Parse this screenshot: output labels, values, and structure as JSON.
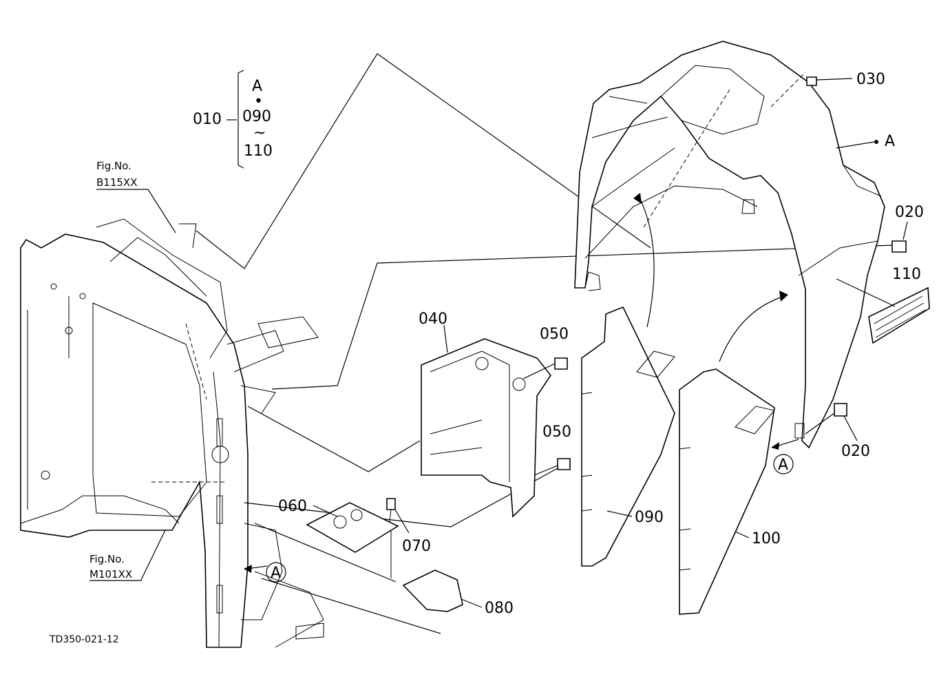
{
  "group_bracket": {
    "assembly_id": "010",
    "line1": "A",
    "dot": "•",
    "line2": "090",
    "tilde": "~",
    "line3": "110"
  },
  "callouts": {
    "p020_top": "020",
    "p020_bottom": "020",
    "p030": "030",
    "p040": "040",
    "p050_top": "050",
    "p050_bottom": "050",
    "p060": "060",
    "p070": "070",
    "p080": "080",
    "p090": "090",
    "p100": "100",
    "p110": "110",
    "ref_a_point": "A"
  },
  "figure_refs": {
    "top": {
      "label": "Fig.No.",
      "number": "B115XX"
    },
    "bottom": {
      "label": "Fig.No.",
      "number": "M101XX"
    }
  },
  "circle_markers": {
    "right": "A",
    "left": "A"
  },
  "drawing_code": "TD350-021-12"
}
